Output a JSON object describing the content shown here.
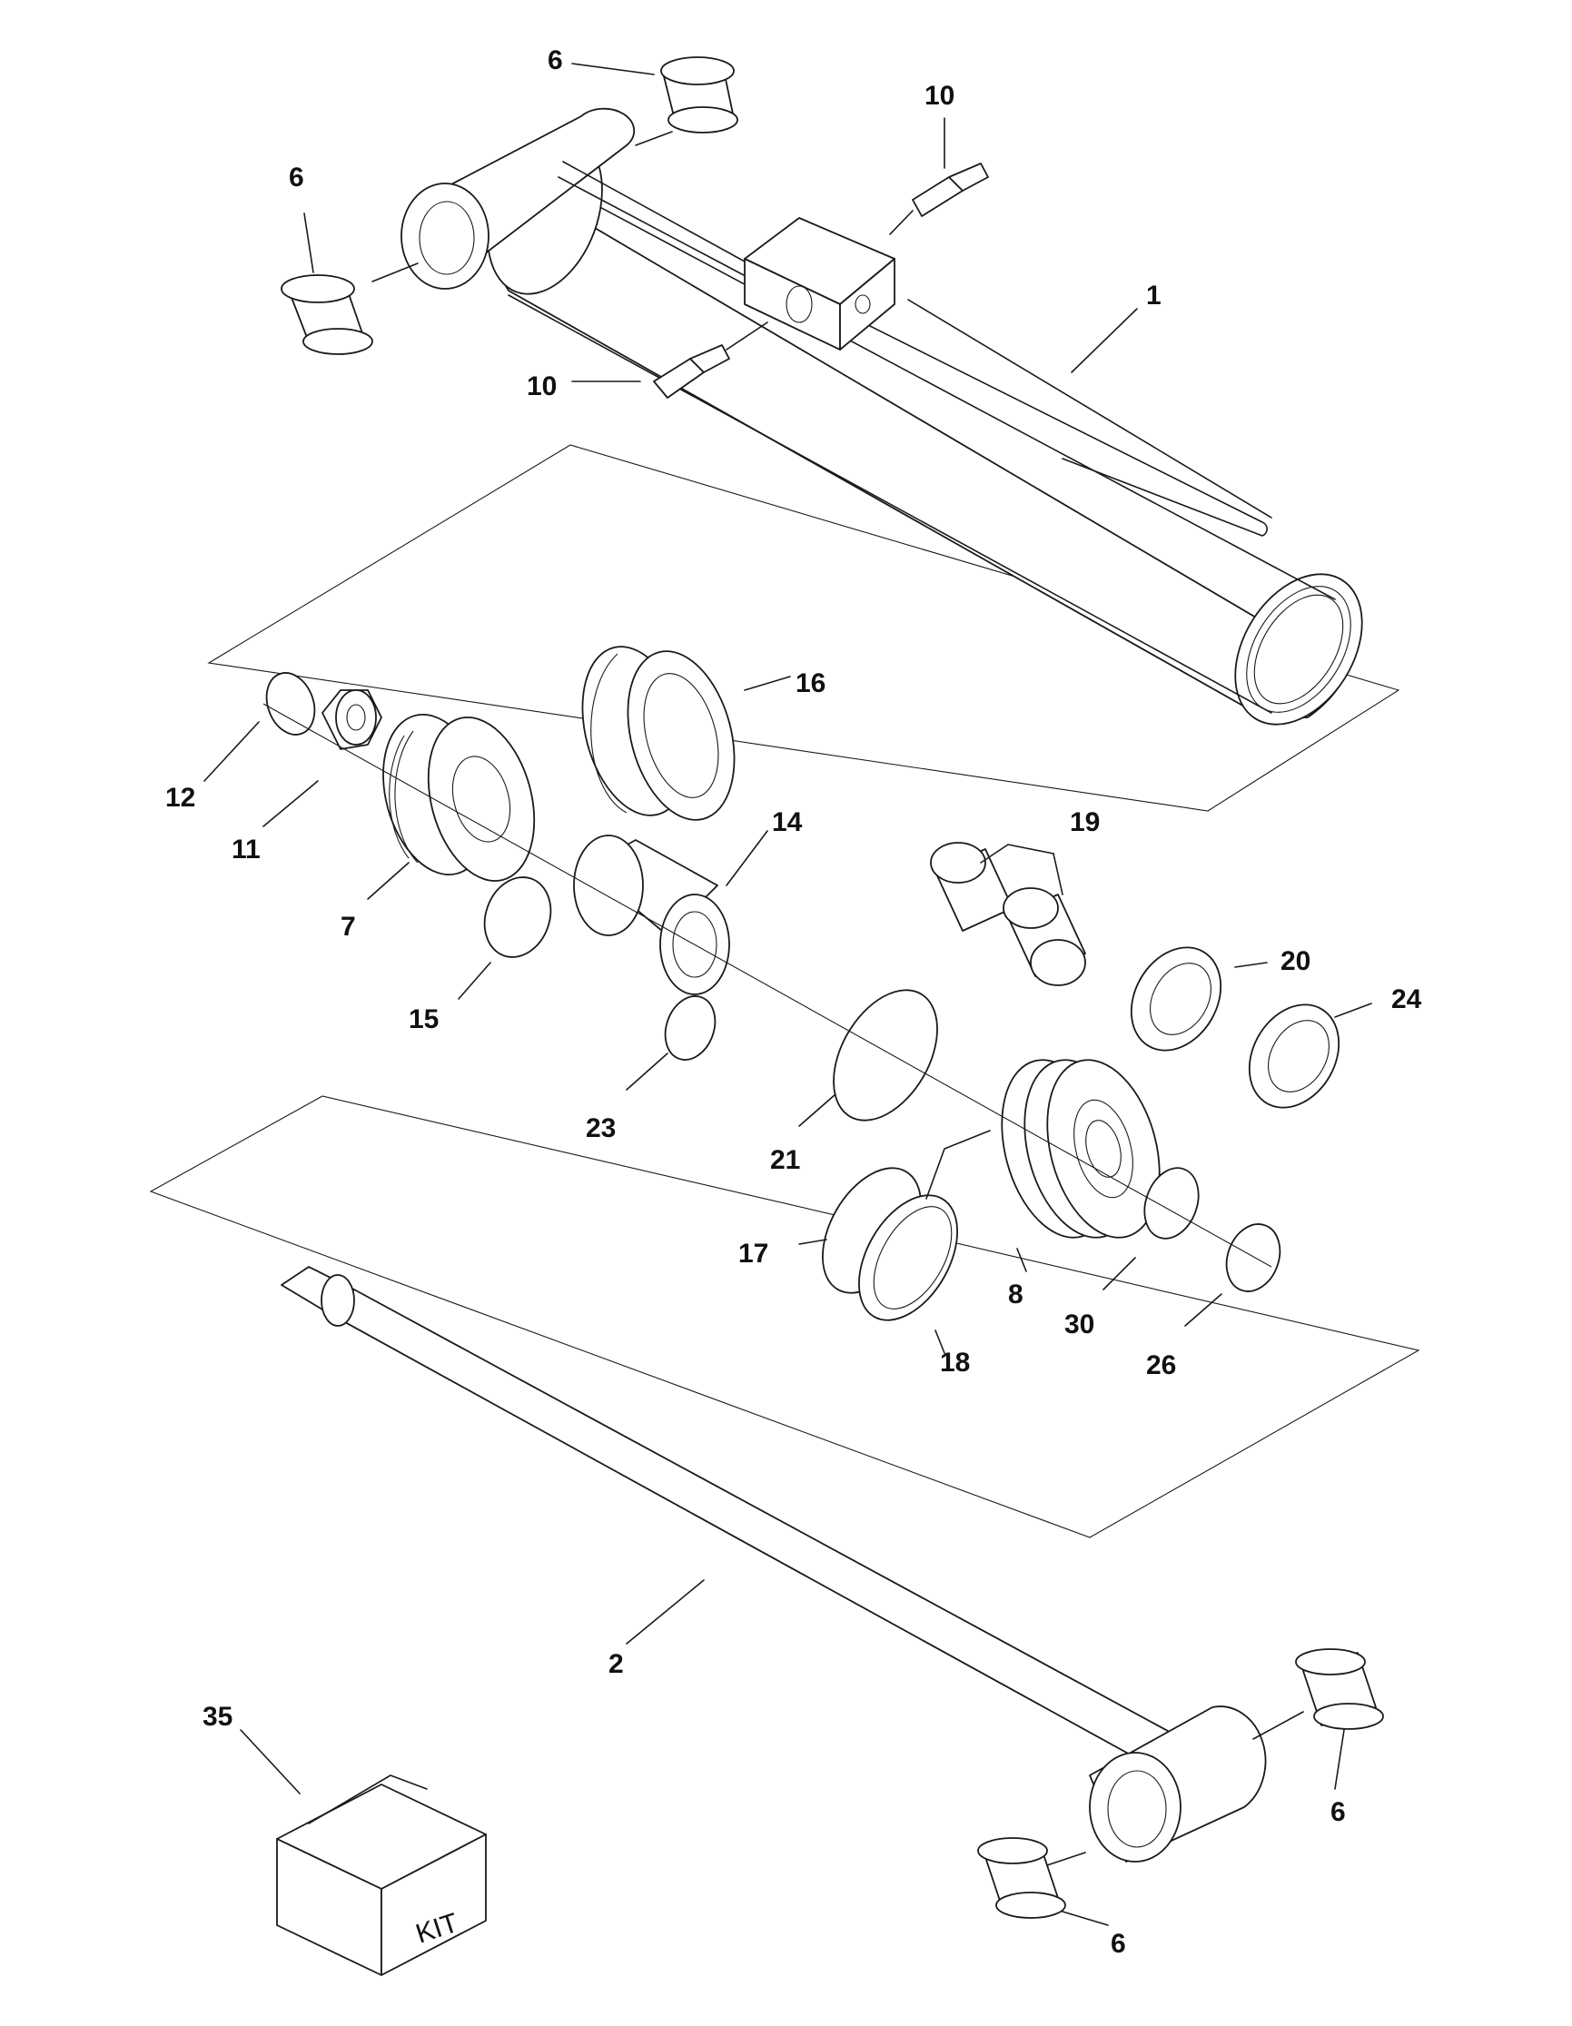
{
  "callouts": [
    {
      "id": "c1",
      "label": "1"
    },
    {
      "id": "c2",
      "label": "2"
    },
    {
      "id": "c6a",
      "label": "6"
    },
    {
      "id": "c6b",
      "label": "6"
    },
    {
      "id": "c6c",
      "label": "6"
    },
    {
      "id": "c6d",
      "label": "6"
    },
    {
      "id": "c7",
      "label": "7"
    },
    {
      "id": "c8",
      "label": "8"
    },
    {
      "id": "c10a",
      "label": "10"
    },
    {
      "id": "c10b",
      "label": "10"
    },
    {
      "id": "c11",
      "label": "11"
    },
    {
      "id": "c12",
      "label": "12"
    },
    {
      "id": "c14",
      "label": "14"
    },
    {
      "id": "c15",
      "label": "15"
    },
    {
      "id": "c16",
      "label": "16"
    },
    {
      "id": "c17",
      "label": "17"
    },
    {
      "id": "c18",
      "label": "18"
    },
    {
      "id": "c19",
      "label": "19"
    },
    {
      "id": "c20",
      "label": "20"
    },
    {
      "id": "c21",
      "label": "21"
    },
    {
      "id": "c23",
      "label": "23"
    },
    {
      "id": "c24",
      "label": "24"
    },
    {
      "id": "c26",
      "label": "26"
    },
    {
      "id": "c30",
      "label": "30"
    },
    {
      "id": "c35",
      "label": "35"
    }
  ],
  "kit_box": {
    "label": "KIT"
  }
}
